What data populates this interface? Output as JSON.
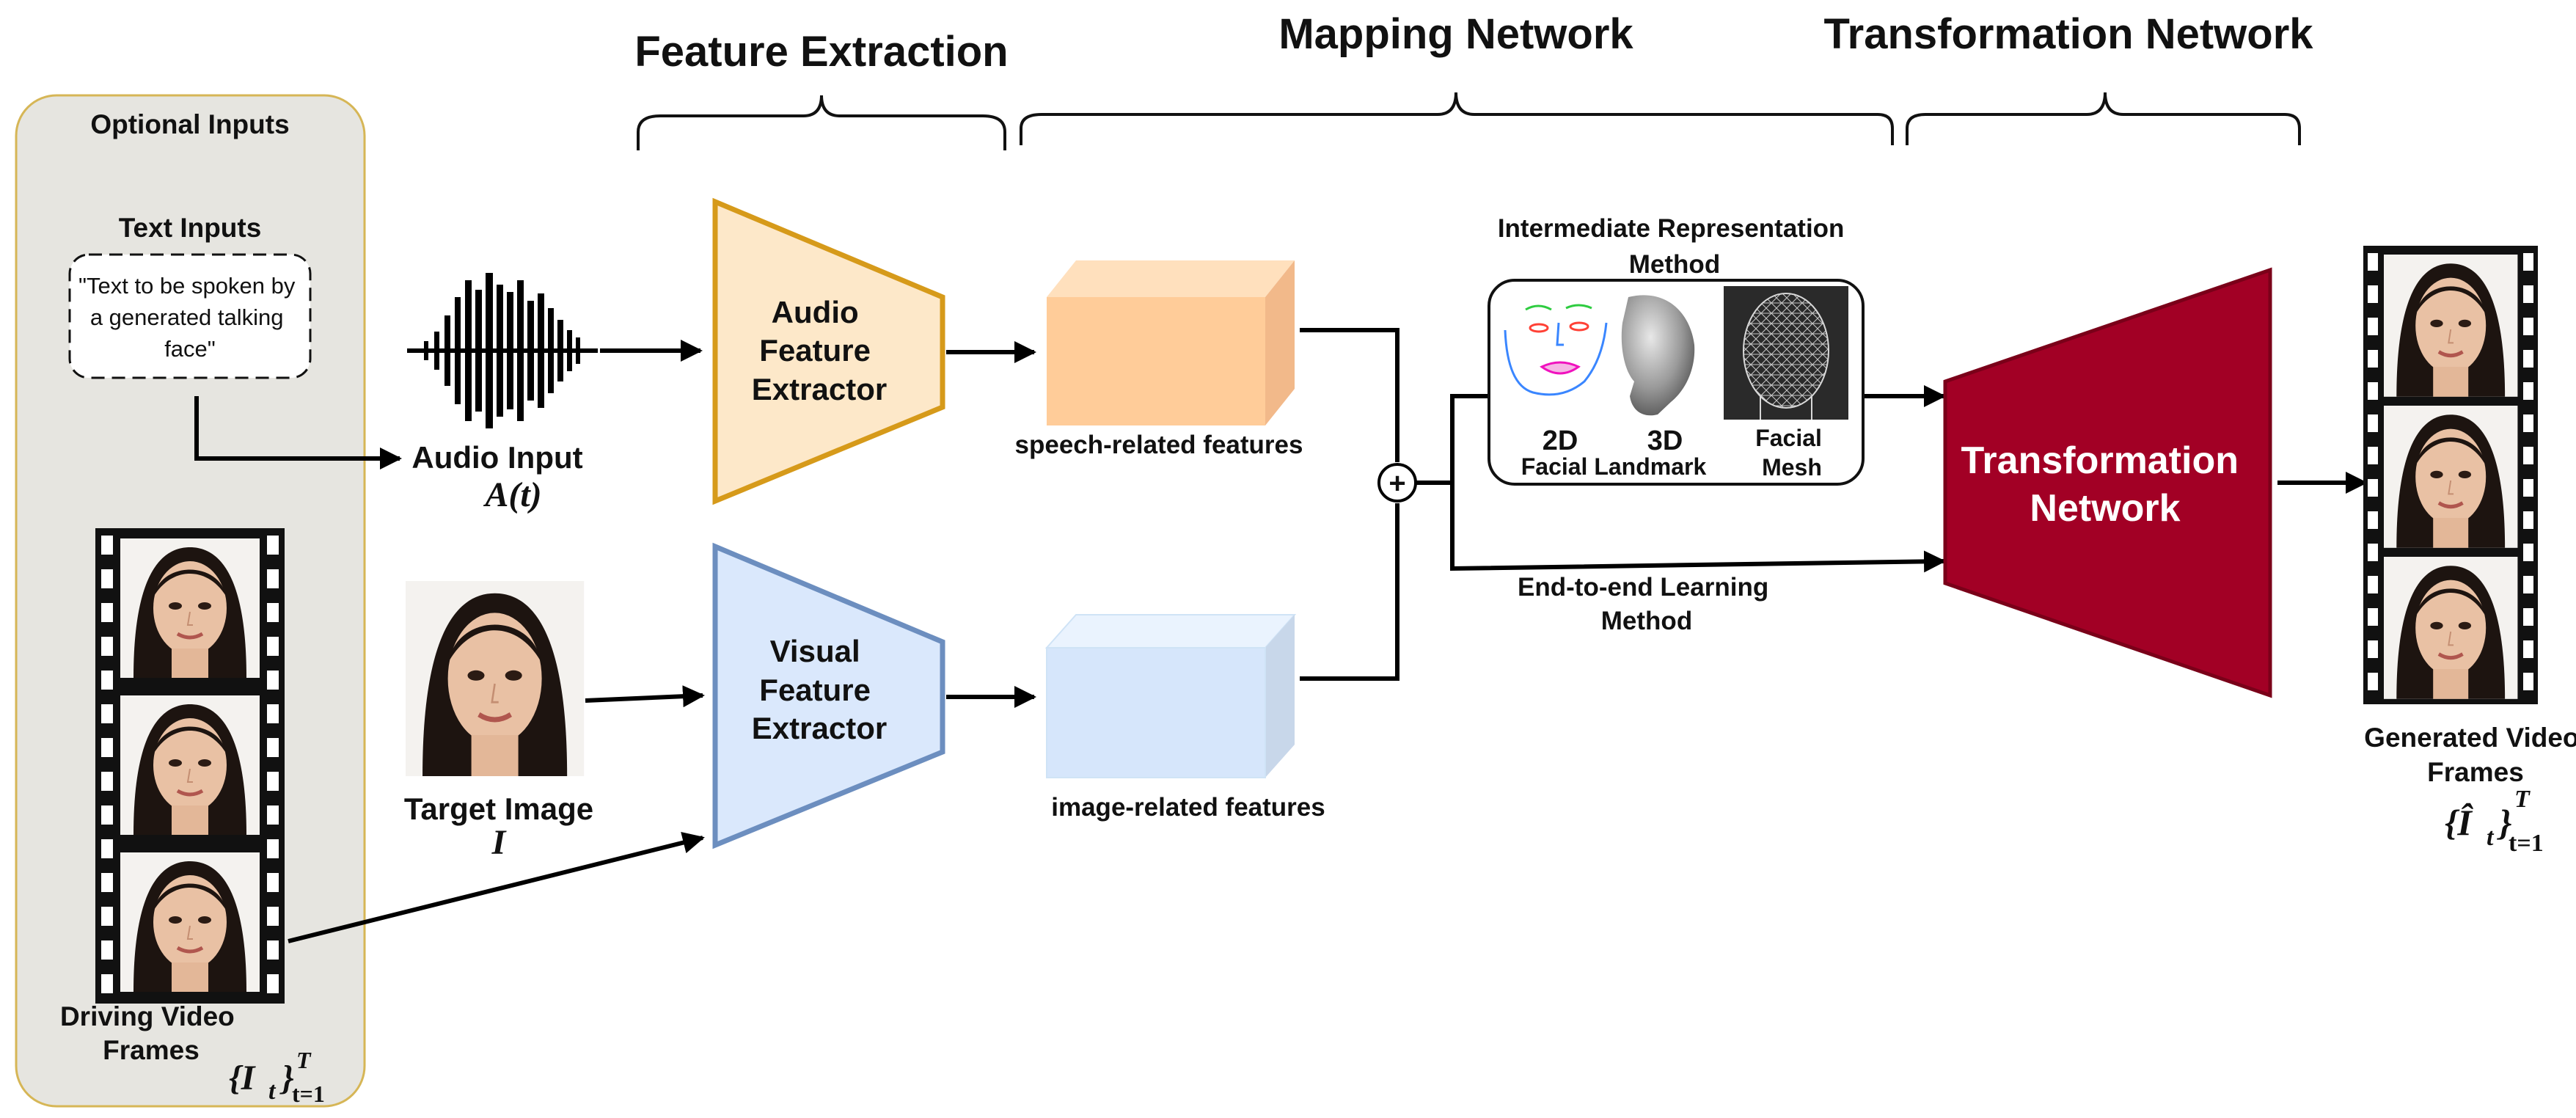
{
  "headers": {
    "feature_extraction": "Feature Extraction",
    "mapping_network": "Mapping Network",
    "transformation_network": "Transformation Network"
  },
  "optional_inputs": {
    "title": "Optional Inputs",
    "text_inputs_title": "Text Inputs",
    "text_box_lines": [
      "\"Text to be spoken by",
      "a generated talking",
      "face\""
    ],
    "driving_label_lines": [
      "Driving Video",
      "Frames"
    ],
    "driving_math": {
      "symbol": "{I",
      "sub": "t",
      "close": "}",
      "sup": "T",
      "range": "t=1"
    }
  },
  "audio_input": {
    "label": "Audio Input",
    "math": "A(t)"
  },
  "target_image": {
    "label": "Target Image",
    "math": "I"
  },
  "audio_extractor": {
    "lines": [
      "Audio",
      "Feature",
      "Extractor"
    ]
  },
  "visual_extractor": {
    "lines": [
      "Visual",
      "Feature",
      "Extractor"
    ]
  },
  "speech_features": {
    "label": "speech-related features"
  },
  "image_features": {
    "label": "image-related features"
  },
  "combine_symbol": "+",
  "intermediate": {
    "title_lines": [
      "Intermediate Representation",
      "Method"
    ],
    "label_2d": "2D",
    "label_3d": "3D",
    "label_landmark": "Facial Landmark",
    "label_mesh_lines": [
      "Facial",
      "Mesh"
    ]
  },
  "end_to_end": {
    "lines": [
      "End-to-end Learning",
      "Method"
    ]
  },
  "transformation": {
    "lines": [
      "Transformation",
      "Network"
    ]
  },
  "generated": {
    "label_lines": [
      "Generated Video",
      "Frames"
    ],
    "math": {
      "symbol": "{Î",
      "sub": "t",
      "close": "}",
      "sup": "T",
      "range": "t=1"
    }
  },
  "colors": {
    "audio_orange": "#d69a1a",
    "audio_fill": "#fde8c9",
    "visual_blue": "#6c8ebf",
    "visual_fill": "#dae8fc",
    "speech_cube": "#ffcc99",
    "image_cube": "#d6e6fb",
    "transform_red": "#a20025",
    "optional_bg": "#e6e5e0",
    "optional_border": "#d6b656"
  },
  "icons": [
    "waveform-icon",
    "face-thumbnail-icon",
    "film-strip-icon",
    "landmark-icon",
    "mesh-head-icon"
  ]
}
